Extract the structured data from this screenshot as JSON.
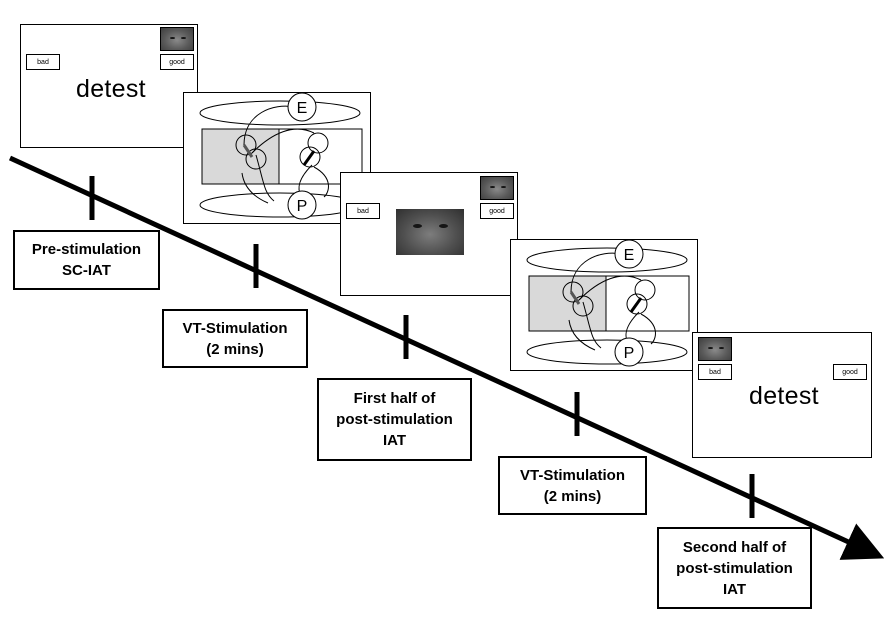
{
  "labels": {
    "pre_stim": "Pre-stimulation\nSC-IAT",
    "vt_stim_1": "VT-Stimulation\n(2 mins)",
    "first_half": "First half of\npost-stimulation\nIAT",
    "vt_stim_2": "VT-Stimulation\n(2 mins)",
    "second_half": "Second half of\npost-stimulation\nIAT"
  },
  "screens": {
    "screen1": {
      "left": "bad",
      "right": "good",
      "word": "detest"
    },
    "screen3": {
      "left": "bad",
      "right": "good"
    },
    "screen5": {
      "left": "bad",
      "right": "good",
      "word": "detest"
    }
  },
  "diagrams": {
    "top_letter": "E",
    "bottom_letter": "P"
  },
  "colors": {
    "ink": "#000000",
    "shaded_region": "#d9d9d9"
  }
}
